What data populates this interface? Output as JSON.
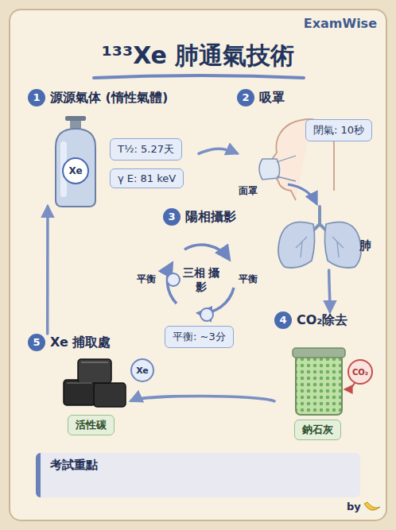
{
  "diagram": {
    "title": "¹³³Xe 肺通氣技術",
    "nodes": [
      {
        "text": [
          "1",
          "源源氣体 (惰性氣體)"
        ]
      },
      {
        "text": [
          "T½: 5.27天"
        ],
        "in": 0
      },
      {
        "text": [
          "γ E: 81 keV"
        ],
        "in": 0
      },
      {
        "text": [
          "2",
          "吸罩"
        ]
      },
      {
        "text": [
          "閉氣: 10秒"
        ],
        "in": 3
      },
      {
        "text": [
          "3",
          "陽相攝影"
        ]
      },
      {
        "text": [
          "三相 攝影"
        ],
        "in": 5
      },
      {
        "text": [
          "平衡: ~3分"
        ],
        "in": 5
      },
      {
        "text": [
          "4",
          "CO₂除去"
        ]
      },
      {
        "text": [
          "鈉石灰"
        ],
        "in": 8
      },
      {
        "text": [
          "5",
          "Xe 捕取處"
        ]
      },
      {
        "text": [
          "活性碳"
        ],
        "in": 10
      },
      {
        "text": [
          "考試重點"
        ]
      }
    ],
    "edges": [
      {
        "from": 0,
        "to": 3,
        "arrow": "to"
      },
      {
        "from": 3,
        "to": 8,
        "arrow": "to"
      },
      {
        "from": 8,
        "to": 10,
        "arrow": "to"
      },
      {
        "from": 10,
        "to": 0,
        "arrow": "to"
      }
    ],
    "labels": [
      "ExamWise",
      "面罩",
      "肺",
      "Xe",
      "平衡",
      "平衡",
      "CO₂",
      "Xe",
      "by"
    ]
  }
}
